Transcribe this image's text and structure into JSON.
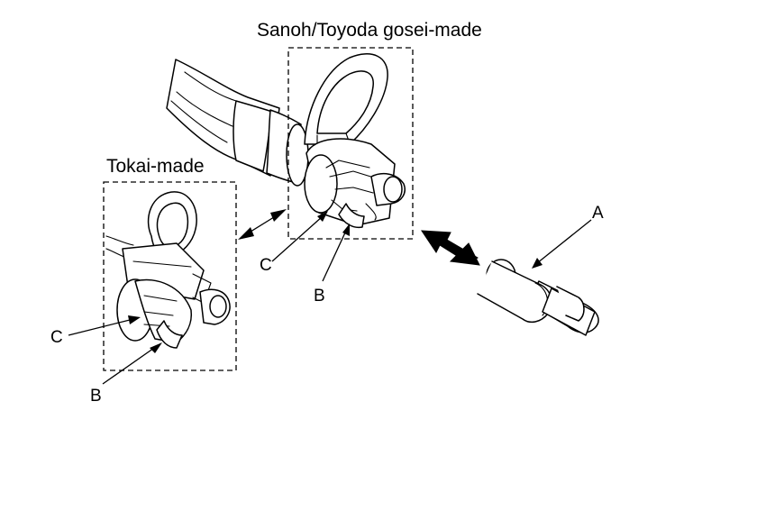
{
  "labels": {
    "sanoh_title": "Sanoh/Toyoda gosei-made",
    "tokai_title": "Tokai-made",
    "callout_a": "A",
    "callout_b_top": "B",
    "callout_c_top": "C",
    "callout_b_left": "B",
    "callout_c_left": "C"
  },
  "colors": {
    "ink": "#000000",
    "background": "#ffffff"
  }
}
